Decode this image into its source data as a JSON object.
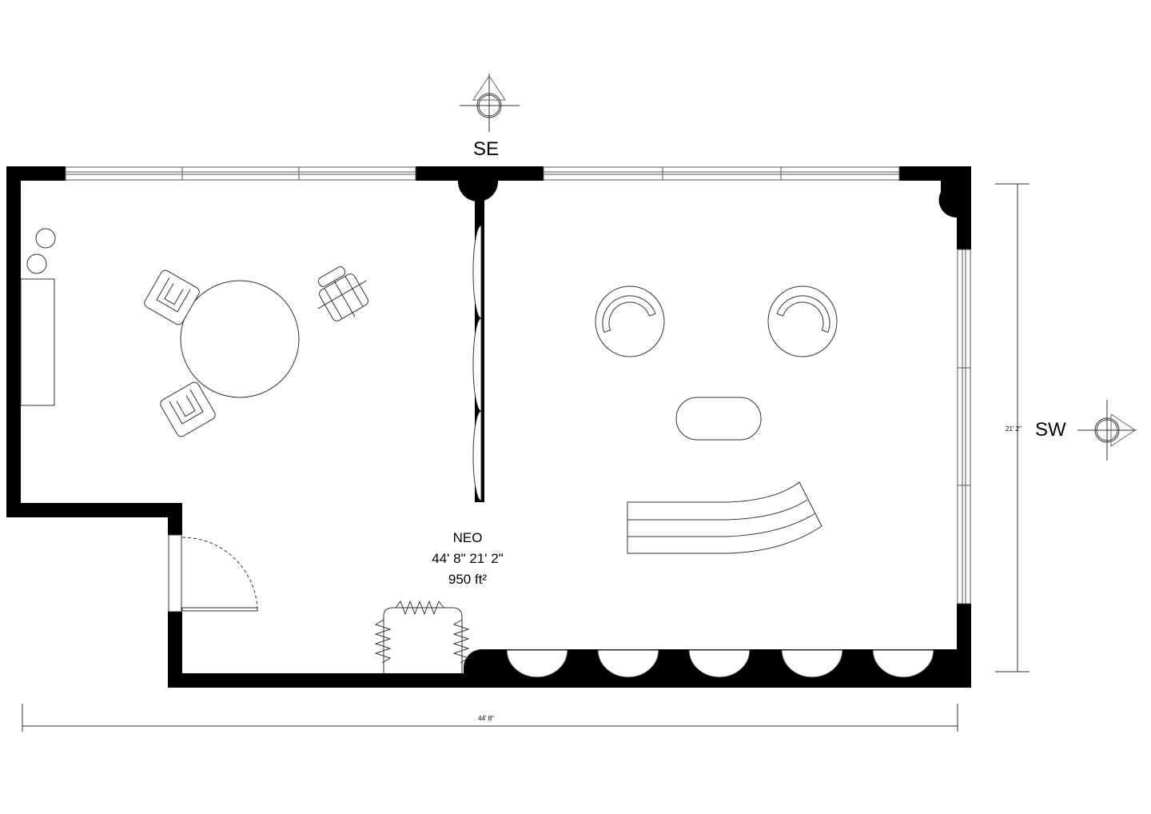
{
  "plan": {
    "compass_top": "SE",
    "compass_right": "SW",
    "room": {
      "name": "NEO",
      "dimensions": "44' 8\" 21' 2\"",
      "area": "950 ft²"
    },
    "dimension_width": "44' 8\"",
    "dimension_height": "21' 2\""
  },
  "colors": {
    "wall": "#000000",
    "line": "#555555",
    "background": "#ffffff"
  }
}
